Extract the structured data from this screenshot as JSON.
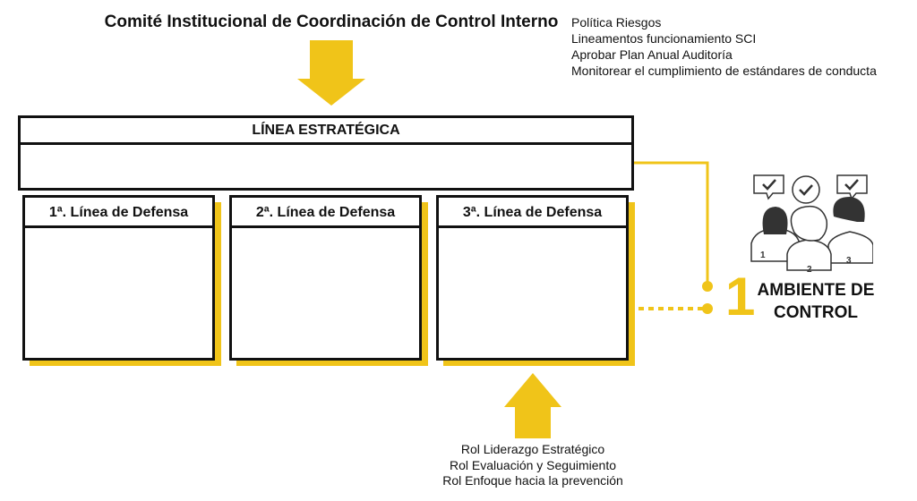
{
  "header": {
    "title": "Comité Institucional de Coordinación de Control Interno"
  },
  "committee_functions": [
    "Política Riesgos",
    "Lineamentos funcionamiento SCI",
    "Aprobar Plan Anual Auditoría",
    "Monitorear el cumplimiento de estándares de conducta"
  ],
  "strategic_line": {
    "label": "LÍNEA ESTRATÉGICA"
  },
  "defense_lines": [
    {
      "label": "1ª. Línea de Defensa"
    },
    {
      "label": "2ª. Línea de Defensa"
    },
    {
      "label": "3ª. Línea de Defensa"
    }
  ],
  "roles": [
    "Rol Liderazgo Estratégico",
    "Rol Evaluación y Seguimiento",
    "Rol Enfoque hacia la prevención"
  ],
  "component": {
    "number": "1",
    "line1": "AMBIENTE DE",
    "line2": "CONTROL",
    "figure_numbers": [
      "1",
      "2",
      "3"
    ]
  },
  "colors": {
    "accent": "#F0C419",
    "border": "#111111"
  }
}
